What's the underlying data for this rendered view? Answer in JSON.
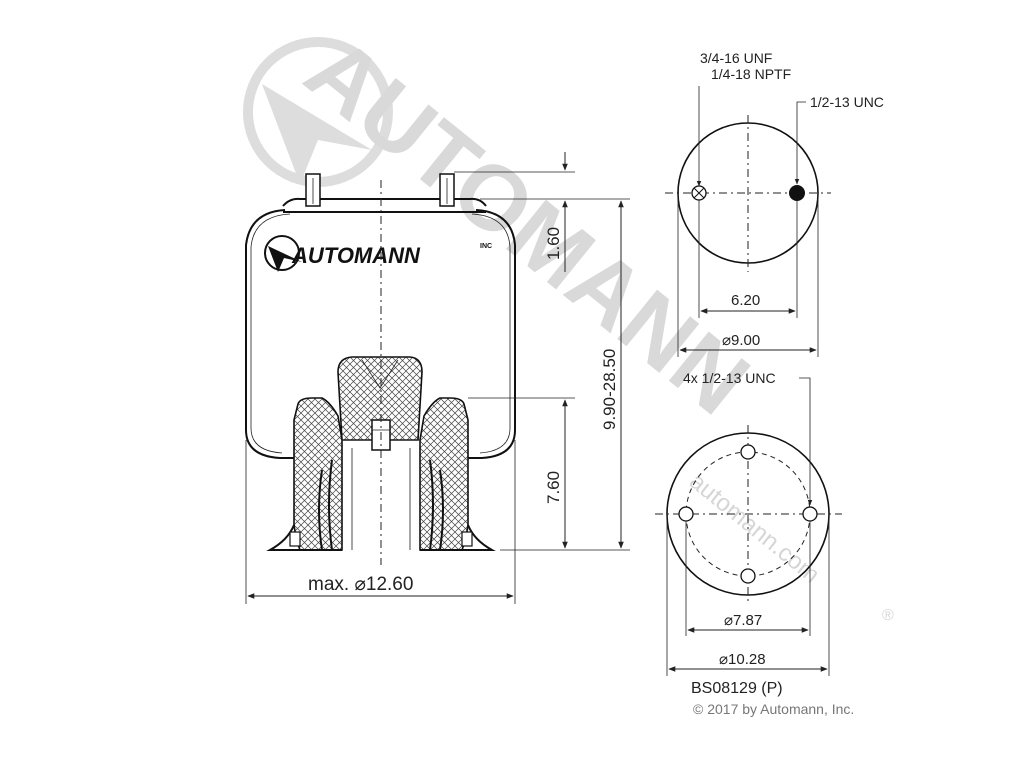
{
  "brand": {
    "logo_text": "AUTOMANN",
    "logo_suffix": "INC",
    "watermark_text": "AUTOMANN",
    "watermark_url": "automann.com",
    "watermark_registered": "®"
  },
  "side_view": {
    "height_range_label": "9.90-28.50",
    "top_offset_label": "1.60",
    "piston_height_label": "7.60",
    "max_diameter_label": "max. ⌀12.60"
  },
  "top_plate": {
    "callout_inlet": [
      "3/4-16 UNF",
      "1/4-18 NPTF"
    ],
    "callout_stud": "1/2-13 UNC",
    "spacing_label": "6.20",
    "diameter_label": "⌀9.00"
  },
  "bottom_plate": {
    "callout_holes": "4x 1/2-13 UNC",
    "bolt_circle_label": "⌀7.87",
    "diameter_label": "⌀10.28"
  },
  "footer": {
    "part_number": "BS08129 (P)",
    "copyright": "© 2017 by Automann, Inc."
  }
}
